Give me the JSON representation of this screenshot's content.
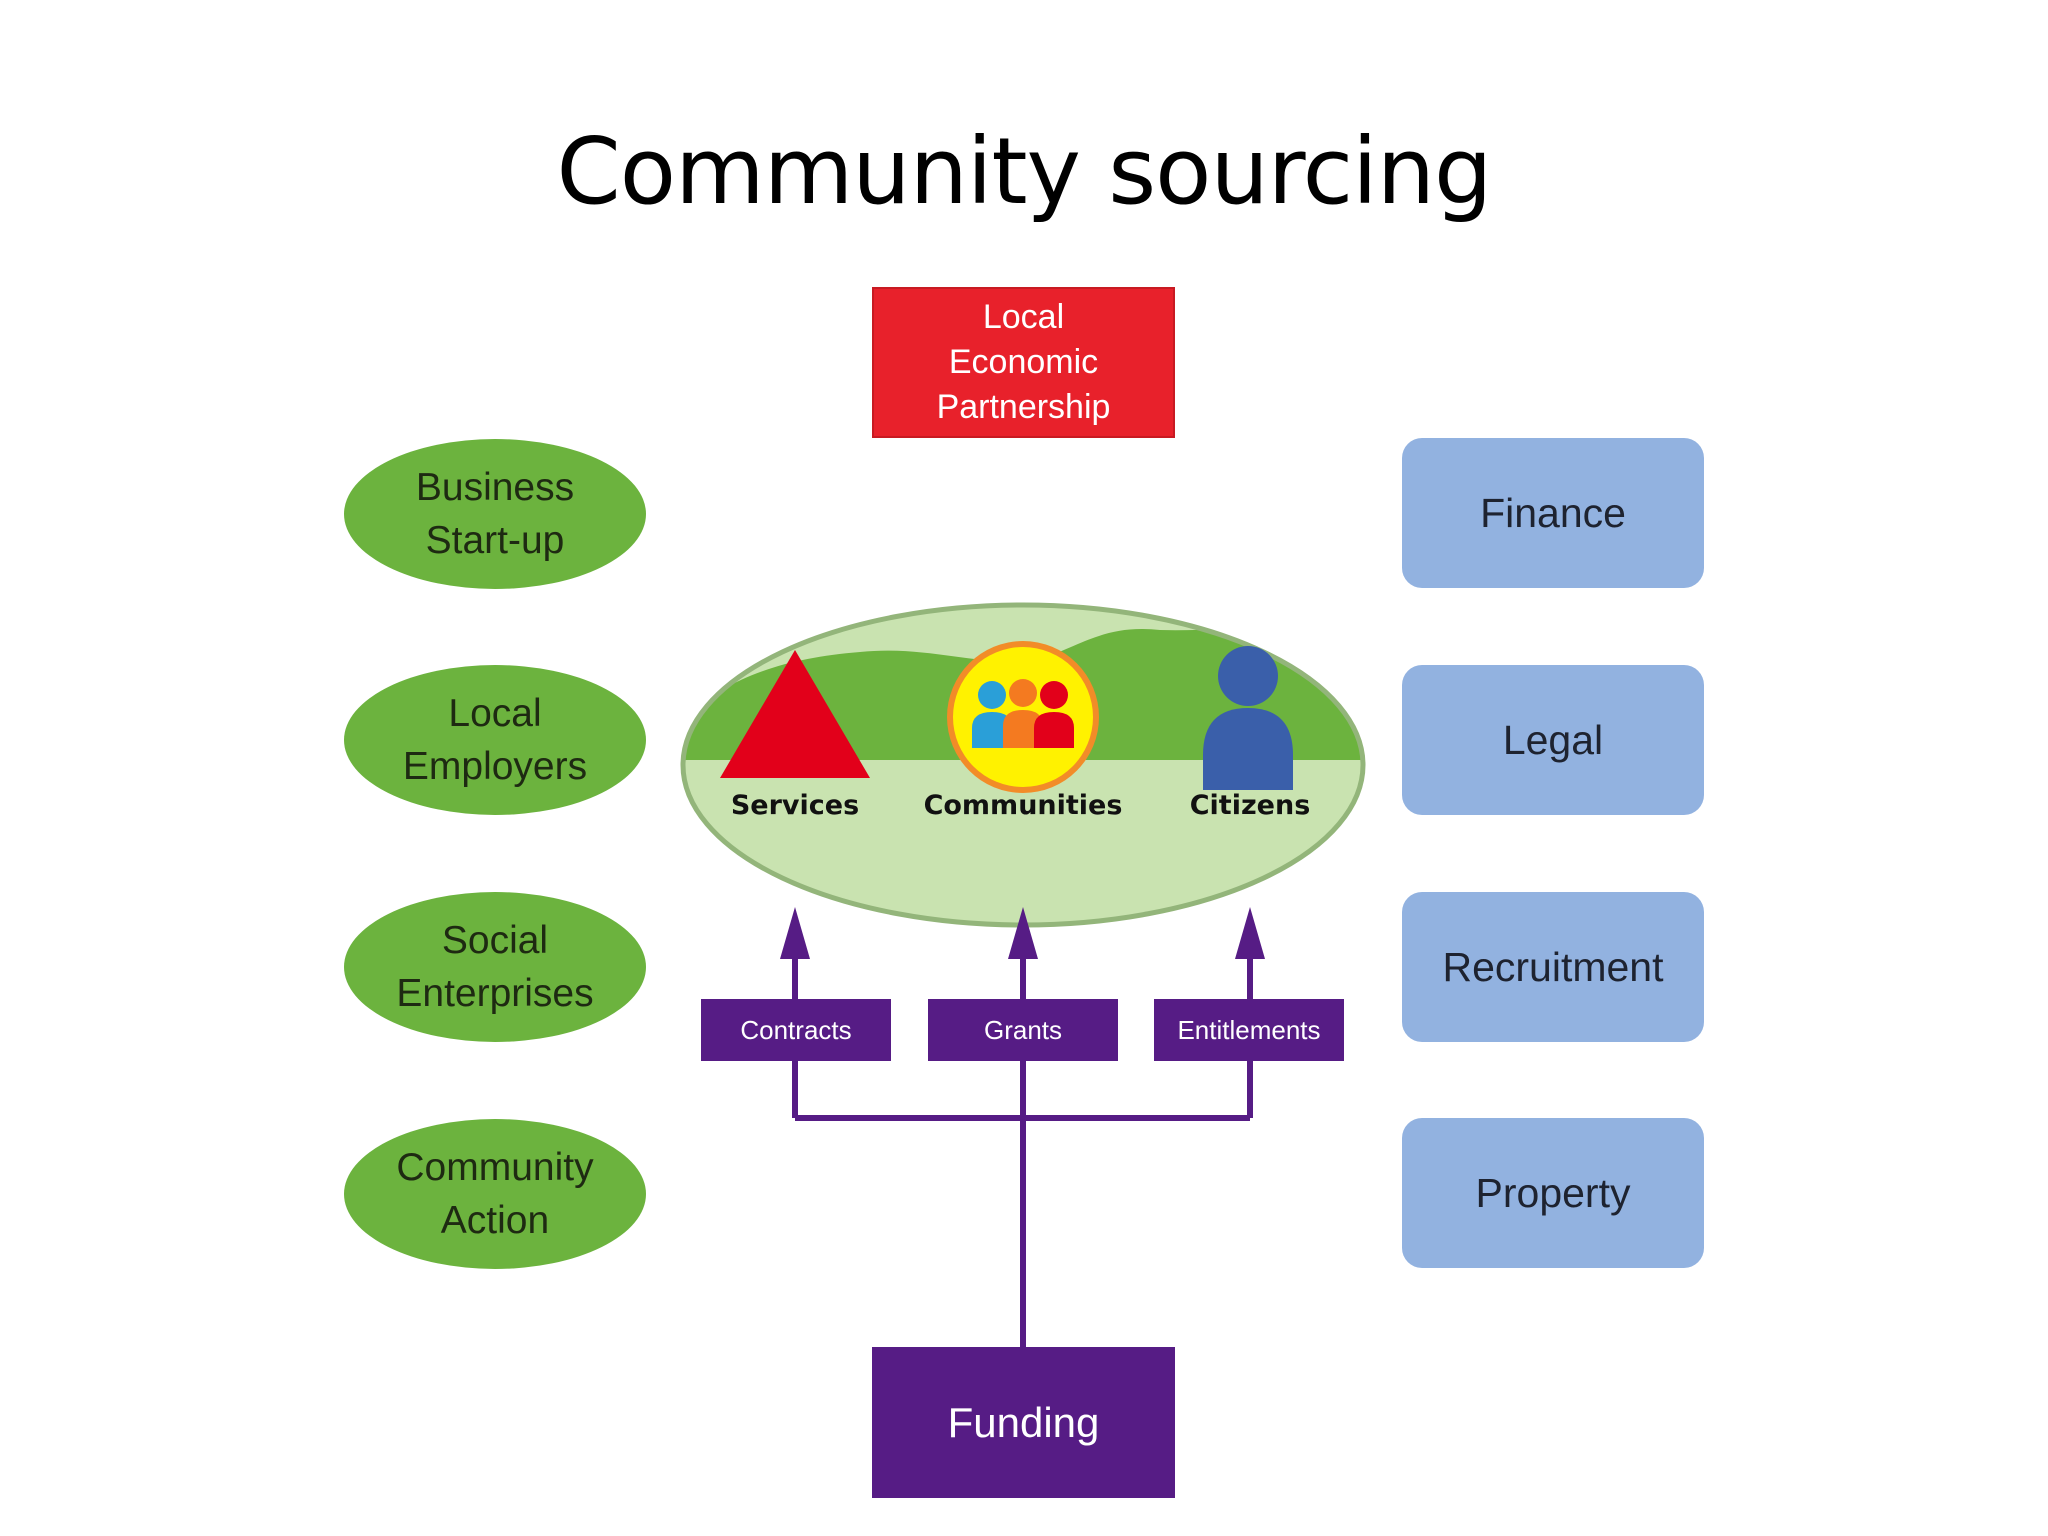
{
  "title": "Community sourcing",
  "lep": {
    "lines": [
      "Local",
      "Economic",
      "Partnership"
    ]
  },
  "left_ovals": [
    {
      "lines": [
        "Business",
        "Start-up"
      ]
    },
    {
      "lines": [
        "Local",
        "Employers"
      ]
    },
    {
      "lines": [
        "Social",
        "Enterprises"
      ]
    },
    {
      "lines": [
        "Community",
        "Action"
      ]
    }
  ],
  "right_boxes": [
    {
      "label": "Finance"
    },
    {
      "label": "Legal"
    },
    {
      "label": "Recruitment"
    },
    {
      "label": "Property"
    }
  ],
  "center": {
    "services": "Services",
    "communities": "Communities",
    "citizens": "Citizens"
  },
  "flows": [
    "Contracts",
    "Grants",
    "Entitlements"
  ],
  "funding": "Funding",
  "colors": {
    "red": "#e8212b",
    "green": "#6cb33e",
    "light_green": "#c9e3b0",
    "blue_box": "#92b2e0",
    "purple": "#561c85",
    "citizen_blue": "#3a5faa",
    "yellow": "#fff200"
  }
}
